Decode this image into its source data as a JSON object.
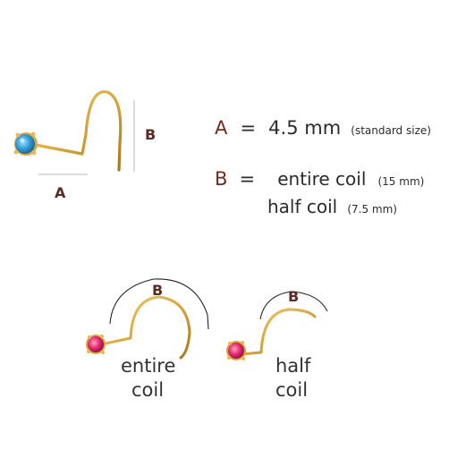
{
  "top_figure": {
    "label_a": "A",
    "label_b": "B",
    "colors": {
      "gold": "#d9a73c",
      "gem": "#3b9fd4",
      "guide": "#b8b8b8"
    }
  },
  "specs": {
    "a_letter": "A",
    "a_eq": "=",
    "a_value": "4.5 mm",
    "a_note": "(standard size)",
    "b_letter": "B",
    "b_eq": "=",
    "b_line1": "entire coil",
    "b_line1_note": "(15 mm)",
    "b_line2": "half coil",
    "b_line2_note": "(7.5 mm)"
  },
  "bottom_left": {
    "label_b": "B",
    "caption_line1": "entire",
    "caption_line2": "coil",
    "colors": {
      "gem": "#d8256a",
      "gold": "#d9a73c"
    }
  },
  "bottom_right": {
    "label_b": "B",
    "caption_line1": "half",
    "caption_line2": "coil",
    "colors": {
      "gem": "#d8256a",
      "gold": "#d9a73c"
    }
  }
}
